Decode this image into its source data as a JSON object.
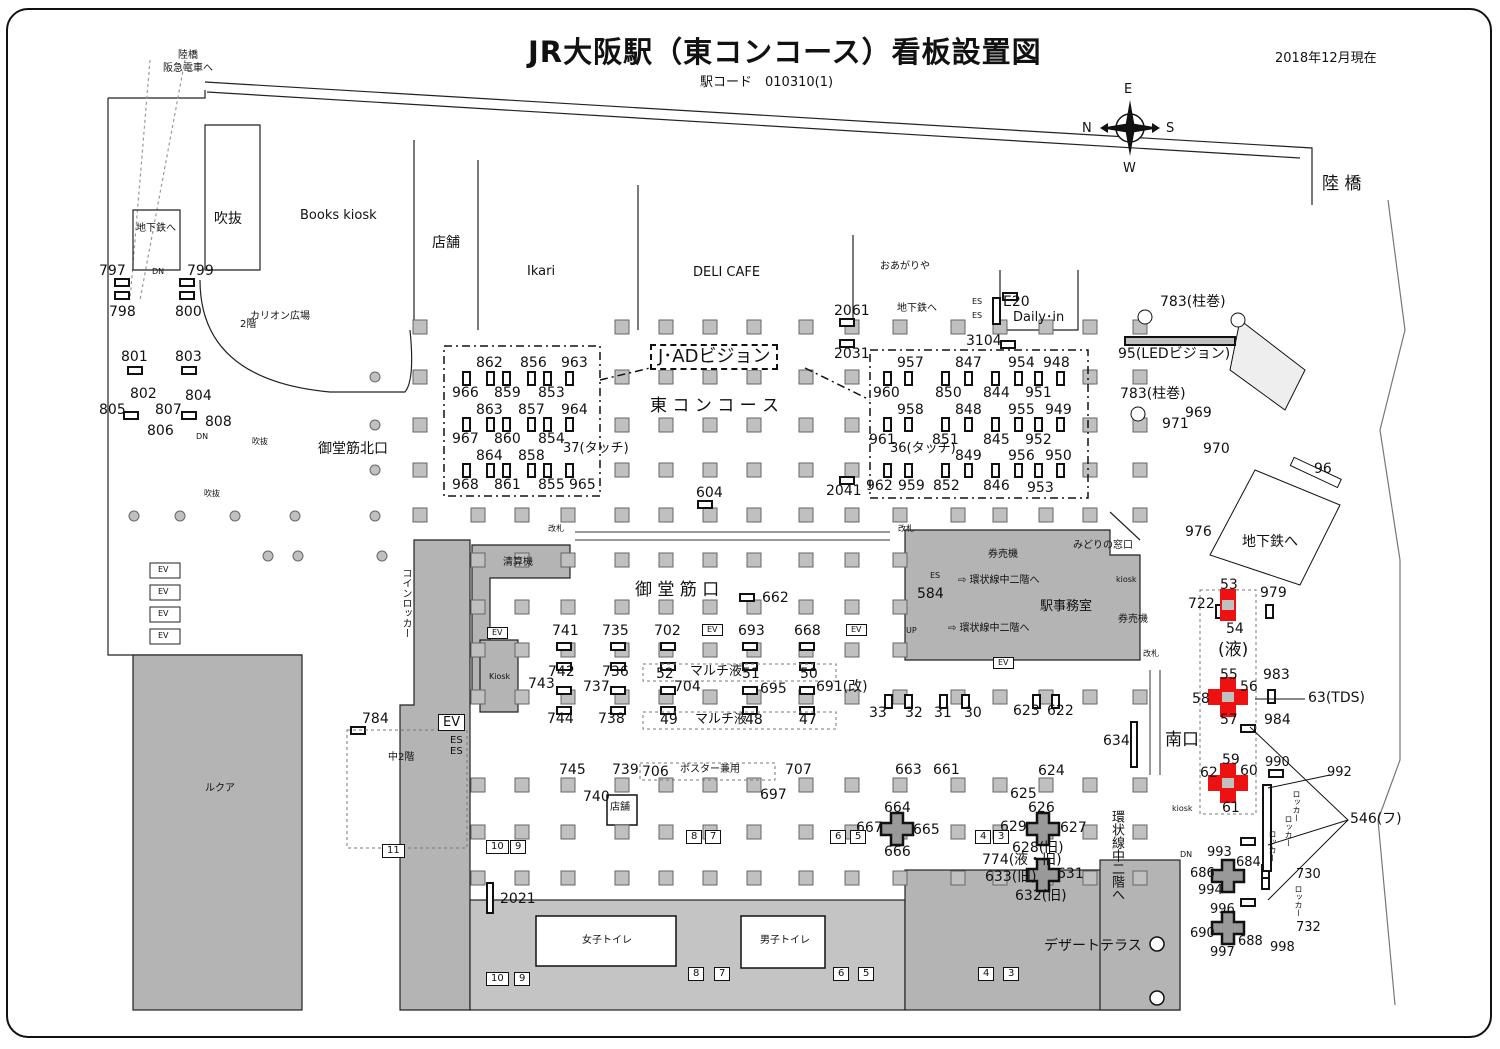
{
  "header": {
    "title": "JR大阪駅（東コンコース）看板設置図",
    "station_code": "駅コード　010310(1)",
    "date": "2018年12月現在"
  },
  "compass": {
    "north": "N",
    "east": "E",
    "south": "S",
    "west": "W"
  },
  "areas": {
    "bridge_hankyu": "陸橋",
    "to_hankyu": "阪急電車へ",
    "bridge": "陸 橋",
    "books_kiosk": "Books kiosk",
    "shop_top": "店舗",
    "ikari": "Ikari",
    "deli_cafe": "DELI CAFE",
    "oagariya": "おあがりや",
    "to_subway_top": "地下鉄へ",
    "e20": "E20",
    "daily_in": "Daily･in",
    "pillar_wrap_1": "783(柱巻)",
    "led_vision": "95(LEDビジョン)",
    "pillar_wrap_2": "783(柱巻)",
    "atrium_1": "吹抜",
    "atrium_2": "吹抜",
    "atrium_3": "吹抜",
    "to_subway_left": "地下鉄へ",
    "floor2": "2階",
    "carillon": "カリオン広場",
    "midosuji_north": "御堂筋北口",
    "jad_vision": "J･ADビジョン",
    "east_concourse": "東 コ ン コ ー ス",
    "fare_adjust": "清算機",
    "midosuji_exit": "御 堂 筋 口",
    "ticket_machine_1": "券売機",
    "midori": "みどりの窓口",
    "loop_mezz_1": "⇨ 環状線中二階へ",
    "loop_mezz_2": "⇨ 環状線中二階へ",
    "station_office": "駅事務室",
    "ticket_machine_2": "券売機",
    "gate_1": "改札",
    "gate_2": "改札",
    "gate_3": "改札",
    "south_exit": "南口",
    "kiosk_1": "kiosk",
    "kiosk_2": "Kiosk",
    "kiosk_3": "kiosk",
    "mezzanine": "中2階",
    "lucua": "ルクア",
    "womens_toilet": "女子トイレ",
    "mens_toilet": "男子トイレ",
    "dessert_terrace": "デザートテラス",
    "to_subway_right": "地下鉄へ",
    "liquid": "(液)",
    "multi_liquid_1": "マルチ液",
    "multi_liquid_2": "マルチ液",
    "poster": "ポスター兼用",
    "shop_mid": "店舗",
    "coin_locker": "コインロッカー",
    "loop_mezz_vertical": "環状線中二階へ",
    "locker": "ロッカー",
    "ev": "EV",
    "es": "ES",
    "up": "UP",
    "dn": "DN"
  },
  "signs": {
    "s797": "797",
    "s798": "798",
    "s799": "799",
    "s800": "800",
    "s801": "801",
    "s802": "802",
    "s803": "803",
    "s804": "804",
    "s805": "805",
    "s806": "806",
    "s807": "807",
    "s808": "808",
    "s784": "784",
    "s862": "862",
    "s856": "856",
    "s963": "963",
    "s966": "966",
    "s859": "859",
    "s853": "853",
    "s863": "863",
    "s857": "857",
    "s964": "964",
    "s967": "967",
    "s860": "860",
    "s854": "854",
    "s37": "37(タッチ)",
    "s864": "864",
    "s858": "858",
    "s968": "968",
    "s861": "861",
    "s855": "855",
    "s965": "965",
    "s2061": "2061",
    "s2031": "2031",
    "s3104": "3104",
    "s2041": "2041",
    "s604": "604",
    "s957": "957",
    "s847": "847",
    "s954": "954",
    "s948": "948",
    "s960": "960",
    "s850": "850",
    "s844": "844",
    "s951": "951",
    "s958": "958",
    "s848": "848",
    "s955": "955",
    "s949": "949",
    "s961": "961",
    "s851": "851",
    "s845": "845",
    "s952": "952",
    "s36": "36(タッチ)",
    "s849": "849",
    "s956": "956",
    "s950": "950",
    "s962": "962",
    "s959": "959",
    "s852": "852",
    "s846": "846",
    "s953": "953",
    "s969": "969",
    "s971": "971",
    "s970": "970",
    "s976": "976",
    "s96": "96",
    "s53": "53",
    "s54": "54",
    "s722": "722",
    "s979": "979",
    "s55": "55",
    "s56": "56",
    "s58": "58",
    "s57": "57",
    "s983": "983",
    "s984": "984",
    "s63": "63(TDS)",
    "s59": "59",
    "s62": "62",
    "s60": "60",
    "s61": "61",
    "s990": "990",
    "s992": "992",
    "s546": "546(フ)",
    "s634": "634",
    "s993": "993",
    "s684": "684",
    "s686": "686",
    "s994": "994",
    "s730": "730",
    "s996": "996",
    "s690": "690",
    "s688": "688",
    "s997": "997",
    "s998": "998",
    "s732": "732",
    "s584": "584",
    "s662": "662",
    "s741": "741",
    "s735": "735",
    "s702": "702",
    "s693": "693",
    "s668": "668",
    "s742": "742",
    "s736": "736",
    "s52": "52",
    "s51": "51",
    "s50": "50",
    "s743": "743",
    "s737": "737",
    "s704": "704",
    "s695": "695",
    "s691": "691(改)",
    "s744": "744",
    "s738": "738",
    "s49": "49",
    "s48": "48",
    "s47": "47",
    "s33": "33",
    "s32": "32",
    "s31": "31",
    "s30": "30",
    "s623": "623",
    "s622": "622",
    "s745": "745",
    "s739": "739",
    "s706": "706",
    "s740": "740",
    "s707": "707",
    "s697": "697",
    "s663": "663",
    "s661": "661",
    "s624": "624",
    "s625": "625",
    "s664": "664",
    "s626": "626",
    "s667": "667",
    "s665": "665",
    "s629": "629",
    "s627": "627",
    "s666": "666",
    "s628": "628(旧)",
    "s774": "774(液・旧)",
    "s633": "633(旧)",
    "s631": "631",
    "s632": "632(旧)",
    "s2021": "2021"
  },
  "escalator_numbers": {
    "e11": "11",
    "e10": "10",
    "e9": "9",
    "e8": "8",
    "e7": "7",
    "e6": "6",
    "e5": "5",
    "e4": "4",
    "e3": "3"
  },
  "colors": {
    "wall_fill": "#b4b4b4",
    "pillar": "#c0c0c0",
    "highlight": "#ee1111",
    "ink": "#111111"
  }
}
